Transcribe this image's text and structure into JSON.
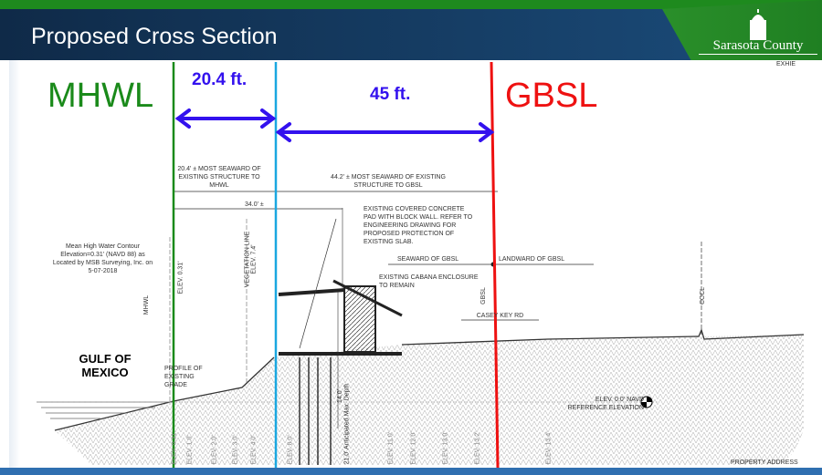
{
  "slide": {
    "title": "Proposed Cross Section",
    "logo": "Sarasota County",
    "exhibit": "EXHIE"
  },
  "callouts": {
    "mhwl": "MHWL",
    "gbsl": "GBSL",
    "dist1": "20.4 ft.",
    "dist2": "45 ft."
  },
  "drawing": {
    "dim1": "20.4' ± MOST SEAWARD OF EXISTING STRUCTURE TO MHWL",
    "dim2": "44.2' ± MOST SEAWARD OF EXISTING STRUCTURE TO GBSL",
    "dim3": "34.0' ±",
    "note_slab": "EXISTING COVERED CONCRETE PAD WITH BLOCK WALL. REFER TO ENGINEERING DRAWING FOR PROPOSED PROTECTION OF EXISTING SLAB.",
    "note_cabana": "EXISTING CABANA ENCLOSURE TO REMAIN",
    "seaward": "SEAWARD OF GBSL",
    "landward": "LANDWARD OF GBSL",
    "mhw_note": "Mean High Water Contour Elevation=0.31' (NAVD 88) as Located by MSB Surveying, Inc. on 5-07-2018",
    "mhwl_tag": "MHWL",
    "mhwl_elev": "ELEV. 0.31'",
    "veg": "VEGETATION LINE",
    "veg_elev": "ELEV. 7.4'",
    "gbsl_tag": "GBSL",
    "cccl": "CCCL",
    "road": "CASEY KEY RD",
    "gulf": "GULF OF MEXICO",
    "profile": "PROFILE OF EXISTING GRADE",
    "ref": "ELEV. 0.0' NAVD REFERENCE ELEVATION",
    "depth1": "14.0'",
    "depth2": "21.0' Anticipated Max. Depth",
    "elevs": [
      "ELEV. 0.31'",
      "ELEV. 1.0'",
      "ELEV. 2.0'",
      "ELEV. 3.0'",
      "ELEV. 4.0'",
      "ELEV. 8.0'",
      "ELEV. 11.0'",
      "ELEV. 12.0'",
      "ELEV. 13.0'",
      "ELEV. 13.2'",
      "ELEV. 13.4'"
    ],
    "property": "PROPERTY ADDRESS"
  },
  "colors": {
    "mhwl": "#1a8a1a",
    "veg": "#1aa7e0",
    "gbsl": "#ee1111",
    "arrow": "#3311ee"
  }
}
